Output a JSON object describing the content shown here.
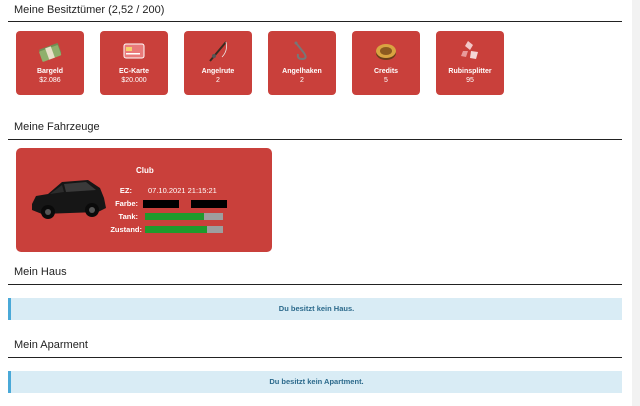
{
  "sections": {
    "possessions": "Meine Besitztümer (2,52 / 200)",
    "vehicles": "Meine Fahrzeuge",
    "house": "Mein Haus",
    "apartment": "Mein Aparment"
  },
  "items": [
    {
      "label": "Bargeld",
      "value": "$2.086",
      "icon": "cash-icon"
    },
    {
      "label": "EC-Karte",
      "value": "$20.000",
      "icon": "ec-card-icon"
    },
    {
      "label": "Angelrute",
      "value": "2",
      "icon": "fishing-rod-icon"
    },
    {
      "label": "Angelhaken",
      "value": "2",
      "icon": "fish-hook-icon"
    },
    {
      "label": "Credits",
      "value": "5",
      "icon": "credits-coin-icon"
    },
    {
      "label": "Rubinsplitter",
      "value": "95",
      "icon": "ruby-shards-icon"
    }
  ],
  "vehicle": {
    "name": "Club",
    "ez_label": "EZ:",
    "ez_value": "07.10.2021 21:15:21",
    "color_label": "Farbe:",
    "tank_label": "Tank:",
    "tank_level": 0.75,
    "condition_label": "Zustand:",
    "condition_level": 0.8
  },
  "alerts": {
    "house": "Du besitzt kein Haus.",
    "apartment": "Du besitzt kein Apartment."
  },
  "colors": {
    "card": "#c9403b",
    "alert_bg": "#d9ecf5",
    "alert_border": "#4aa9d8",
    "bar_fill": "#1f9a2c"
  }
}
